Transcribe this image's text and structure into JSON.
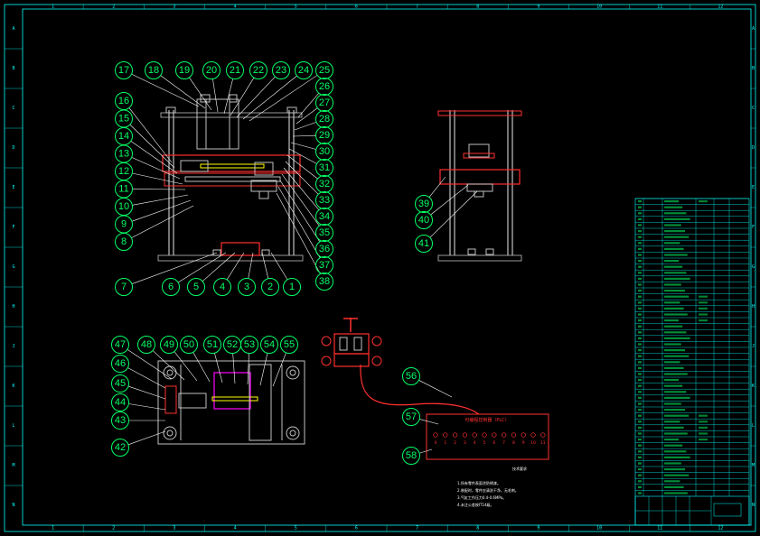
{
  "drawing": {
    "colors": {
      "background": "#000000",
      "frame": "#00ffff",
      "balloon": "#00ff66",
      "part": "#c0c0c0",
      "highlight_red": "#ff3030",
      "highlight_magenta": "#ff00ff",
      "highlight_yellow": "#ffff00"
    },
    "zone_columns": [
      "1",
      "2",
      "3",
      "4",
      "5",
      "6",
      "7",
      "8",
      "9",
      "10",
      "11",
      "12"
    ],
    "zone_rows": [
      "A",
      "B",
      "C",
      "D",
      "E",
      "F",
      "G",
      "H",
      "J",
      "K",
      "L",
      "M",
      "N"
    ],
    "balloons_front": [
      "17",
      "18",
      "19",
      "20",
      "21",
      "22",
      "23",
      "24",
      "25",
      "26",
      "27",
      "28",
      "29",
      "30",
      "31",
      "32",
      "33",
      "34",
      "35",
      "36",
      "37",
      "38",
      "16",
      "15",
      "14",
      "13",
      "12",
      "11",
      "10",
      "9",
      "8",
      "7",
      "6",
      "5",
      "4",
      "3",
      "2",
      "1"
    ],
    "balloons_side": [
      "39",
      "40",
      "41"
    ],
    "balloons_top": [
      "47",
      "48",
      "49",
      "50",
      "51",
      "52",
      "53",
      "54",
      "55",
      "46",
      "45",
      "44",
      "43",
      "42"
    ],
    "balloons_control": [
      "56",
      "57",
      "58"
    ],
    "control_box_title": "可编程控制器（PLC）",
    "control_box_terminals": [
      "0",
      "1",
      "2",
      "3",
      "4",
      "5",
      "6",
      "7",
      "8",
      "9",
      "10",
      "11"
    ],
    "tech_requirements_title": "技术要求",
    "tech_requirements": [
      "1.所有零件表面涂防锈漆。",
      "2.装配时，零件应清洗干净，无毛刺。",
      "3.气缸工作压力0.4-0.6MPa。",
      "4.未注公差按IT14级。"
    ]
  }
}
